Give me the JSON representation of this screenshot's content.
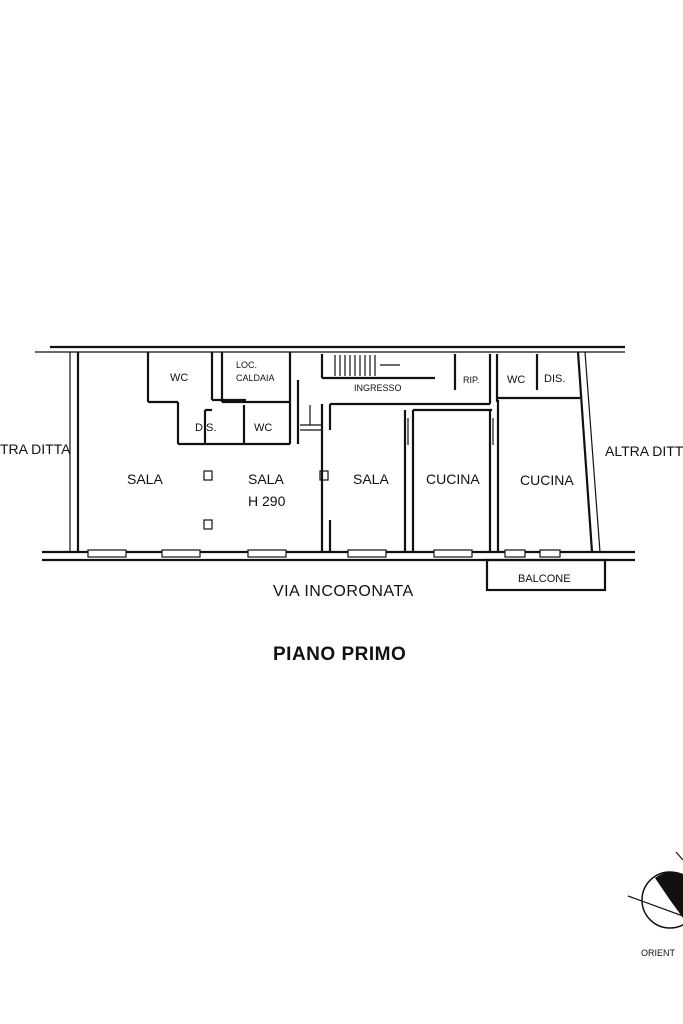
{
  "plan": {
    "neighbor_left": "TRA DITTA",
    "neighbor_right": "ALTRA DITT",
    "rooms": {
      "wc_1": "WC",
      "loc_caldaia_line1": "LOC.",
      "loc_caldaia_line2": "CALDAIA",
      "ingresso": "INGRESSO",
      "rip": "RIP.",
      "wc_2": "WC",
      "dis_1": "DIS.",
      "wc_3": "WC",
      "dis_2": "DIS.",
      "sala_1": "SALA",
      "sala_2": "SALA",
      "sala_2_height": "H 290",
      "sala_3": "SALA",
      "cucina_1": "CUCINA",
      "cucina_2": "CUCINA",
      "balcone": "BALCONE"
    },
    "street": "VIA INCORONATA",
    "floor_title": "PIANO PRIMO",
    "compass_label": "ORIENT"
  }
}
